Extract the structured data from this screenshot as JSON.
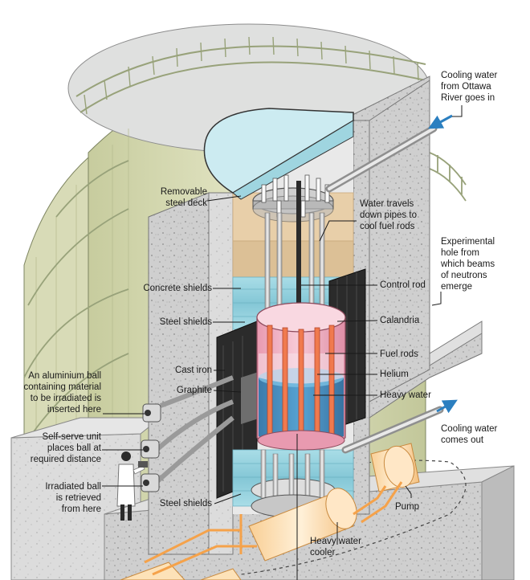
{
  "labels": {
    "cooling_in": "Cooling water\nfrom Ottawa\nRiver goes in",
    "removable_deck": "Removable\nsteel deck",
    "water_travels": "Water travels\ndown pipes to\ncool fuel rods",
    "experimental_hole": "Experimental\nhole from\nwhich beams\nof neutrons\nemerge",
    "concrete_shields": "Concrete shields",
    "control_rod": "Control rod",
    "steel_shields_upper": "Steel shields",
    "calandria": "Calandria",
    "fuel_rods": "Fuel rods",
    "cast_iron": "Cast iron",
    "helium": "Helium",
    "graphite": "Graphite",
    "heavy_water": "Heavy water",
    "aluminium_ball": "An aluminium ball\ncontaining material\nto be irradiated is\ninserted here",
    "self_serve": "Self-serve unit\nplaces ball at\nrequired distance",
    "cooling_out": "Cooling water\ncomes out",
    "irradiated_ball": "Irradiated ball\nis retrieved\nfrom here",
    "steel_shields_lower": "Steel shields",
    "pump": "Pump",
    "heavy_water_cooler": "Heavy water\ncooler"
  },
  "colors": {
    "concrete": "#cfcfcf",
    "steel_shield": "#9fd5e0",
    "concrete_shield": "#e3c9a3",
    "calandria": "#f2b7c8",
    "fuel_rod": "#f07a4e",
    "heavy_water": "#3a8fc2",
    "cast_iron": "#2c2c2c",
    "pipe_orange": "#f5a24a",
    "cooler": "#fde2b8",
    "railing": "#a9b68a",
    "arrow_blue": "#2b7fc0"
  }
}
